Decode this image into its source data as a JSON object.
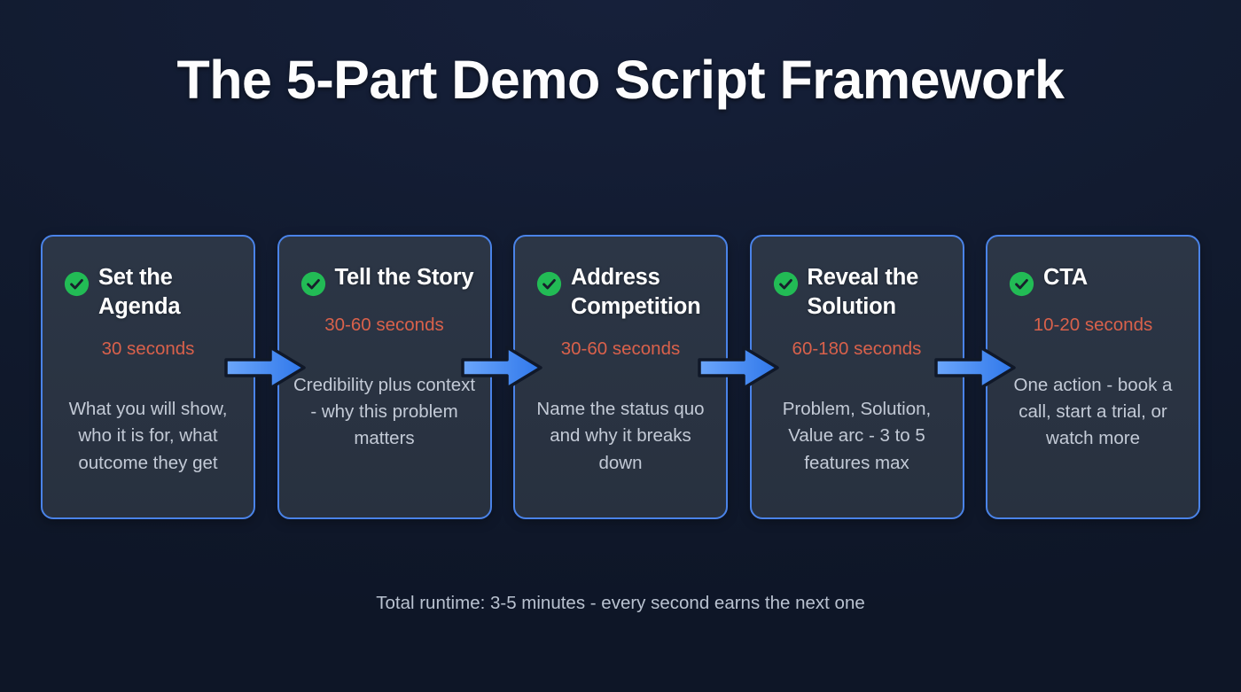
{
  "title": "The 5-Part Demo Script Framework",
  "colors": {
    "background": "#111a2e",
    "card_fill": "#2c3646",
    "card_border": "#4a83e8",
    "accent_arrow": "#3b82f6",
    "check_green": "#22bb55",
    "duration_text": "#d9614b",
    "body_text": "#c3cad6",
    "title_text": "#ffffff"
  },
  "icons": {
    "check": "check-circle-icon",
    "arrow": "arrow-right-icon"
  },
  "cards": [
    {
      "title": "Set the Agenda",
      "duration": "30 seconds",
      "description": "What you will show, who it is for, what outcome they get"
    },
    {
      "title": "Tell the Story",
      "duration": "30-60 seconds",
      "description": "Credibility plus context - why this problem matters"
    },
    {
      "title": "Address Competition",
      "duration": "30-60 seconds",
      "description": "Name the status quo and why it breaks down"
    },
    {
      "title": "Reveal the Solution",
      "duration": "60-180 seconds",
      "description": "Problem, Solution, Value arc - 3 to 5 features max"
    },
    {
      "title": "CTA",
      "duration": "10-20 seconds",
      "description": "One action - book a call, start a trial, or watch more"
    }
  ],
  "footer": "Total runtime: 3-5 minutes - every second earns the next one"
}
